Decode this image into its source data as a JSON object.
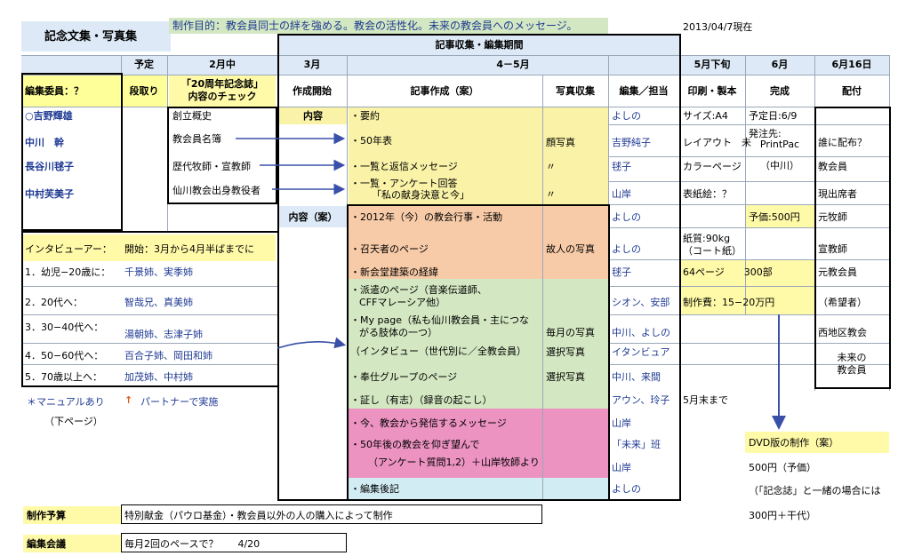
{
  "title": "記念文集・写真集",
  "purpose": "制作目的：教会員同士の絆を強める。教会の活性化。未来の教会員へのメッセージ。",
  "date": "2013/04/7現在",
  "period_label": "記事収集・編集期間",
  "header": {
    "yotei": "予定",
    "feb": "2月中",
    "mar": "3月",
    "aprmay": "4－5月",
    "late_may": "5月下旬",
    "jun": "6月",
    "jun16": "6月16日"
  },
  "header2": {
    "committee": "編集委員：？",
    "dandori": "段取り",
    "check1": "「20周年記念誌」",
    "check2": "内容のチェック",
    "start": "作成開始",
    "article": "記事作成（案）",
    "photo": "写真収集",
    "editor": "編集／担当",
    "print": "印刷・製本",
    "done": "完成",
    "dist": "配付"
  },
  "members": [
    "○吉野輝雄",
    "中川　幹",
    "長谷川毬子",
    "中村芙美子"
  ],
  "feb_items": [
    "創立概史",
    "教会員名簿",
    "歴代牧師・宣教師",
    "仙川教会出身教役者"
  ],
  "naiyo": "内容",
  "naiyo_an": "内容（案）",
  "articles": [
    "・要約",
    "・50年表",
    "・一覧と返信メッセージ",
    "・一覧・アンケート回答",
    "「私の献身決意と今」",
    "・2012年（今）の教会行事・活動",
    "・召天者のページ",
    "・新会堂建築の経緯",
    "・派遣のページ（音楽伝道師、",
    "CFFマレーシア他）",
    "・My page（私も仙川教会員・主につな",
    "がる肢体の一つ）",
    "（インタビュー（世代別に／全教会員）",
    "・奉仕グループのページ",
    "・証し（有志）（録音の起こし）",
    "・今、教会から発信するメッセージ",
    "・50年後の教会を仰ぎ望んで",
    "（アンケート質問1,2）＋山岸牧師より",
    "・編集後記"
  ],
  "photos": [
    "顔写真",
    "〃",
    "〃",
    "故人の写真",
    "毎月の写真",
    "選択写真",
    "選択写真"
  ],
  "editors": [
    "よしの",
    "吉野純子",
    "毬子",
    "山岸",
    "よしの",
    "よしの",
    "毬子",
    "シオン、安部",
    "中川、よしの",
    "イタンビュア",
    "中川、来間",
    "アウン、玲子",
    "山岸",
    "「未来」班",
    "山岸",
    "よしの"
  ],
  "print_col": [
    "サイズ:A4",
    "レイアウト　未",
    "カラーページ",
    "表紙絵：？",
    "紙質:90kg",
    "（コート紙）",
    "64ページ　　300部",
    "制作費：15−20万円",
    "5月末まで"
  ],
  "done_col": [
    "予定日:6/9",
    "発注先:",
    "PrintPac",
    "（中川）",
    "予価:500円"
  ],
  "dist_col": [
    "誰に配布？",
    "教会員",
    "現出席者",
    "元牧師",
    "宣教師",
    "元教会員",
    "（希望者）",
    "西地区教会",
    "未来の",
    "教会員"
  ],
  "interview": {
    "title": "インタビューアー：",
    "start": "開始：3月から4月半ばまでに",
    "rows": [
      [
        "1．幼児−20歳に：",
        "千景姉、実季姉"
      ],
      [
        "2．20代へ：",
        "智哉兄、真美姉"
      ],
      [
        "3．30−40代へ：",
        "湯朝姉、志津子姉"
      ],
      [
        "4．50−60代へ：",
        "百合子姉、岡田和姉"
      ],
      [
        "5．70歳以上へ：",
        "加茂姉、中村姉"
      ]
    ],
    "manual": "＊マニュアルあり",
    "arrow": "↑",
    "partner": "パートナーで実施",
    "next": "（下ページ）"
  },
  "dvd": {
    "title": "DVD版の制作（案）",
    "price": "500円（予価）",
    "note": "（「記念誌」と一緒の場合には",
    "note2": "300円＋干代）"
  },
  "budget": {
    "label": "制作予算",
    "text": "特別献金（パウロ基金）・教会員以外の人の購入によって制作"
  },
  "meeting": {
    "label": "編集会議",
    "text": "毎月2回のペースで？　　4/20"
  }
}
